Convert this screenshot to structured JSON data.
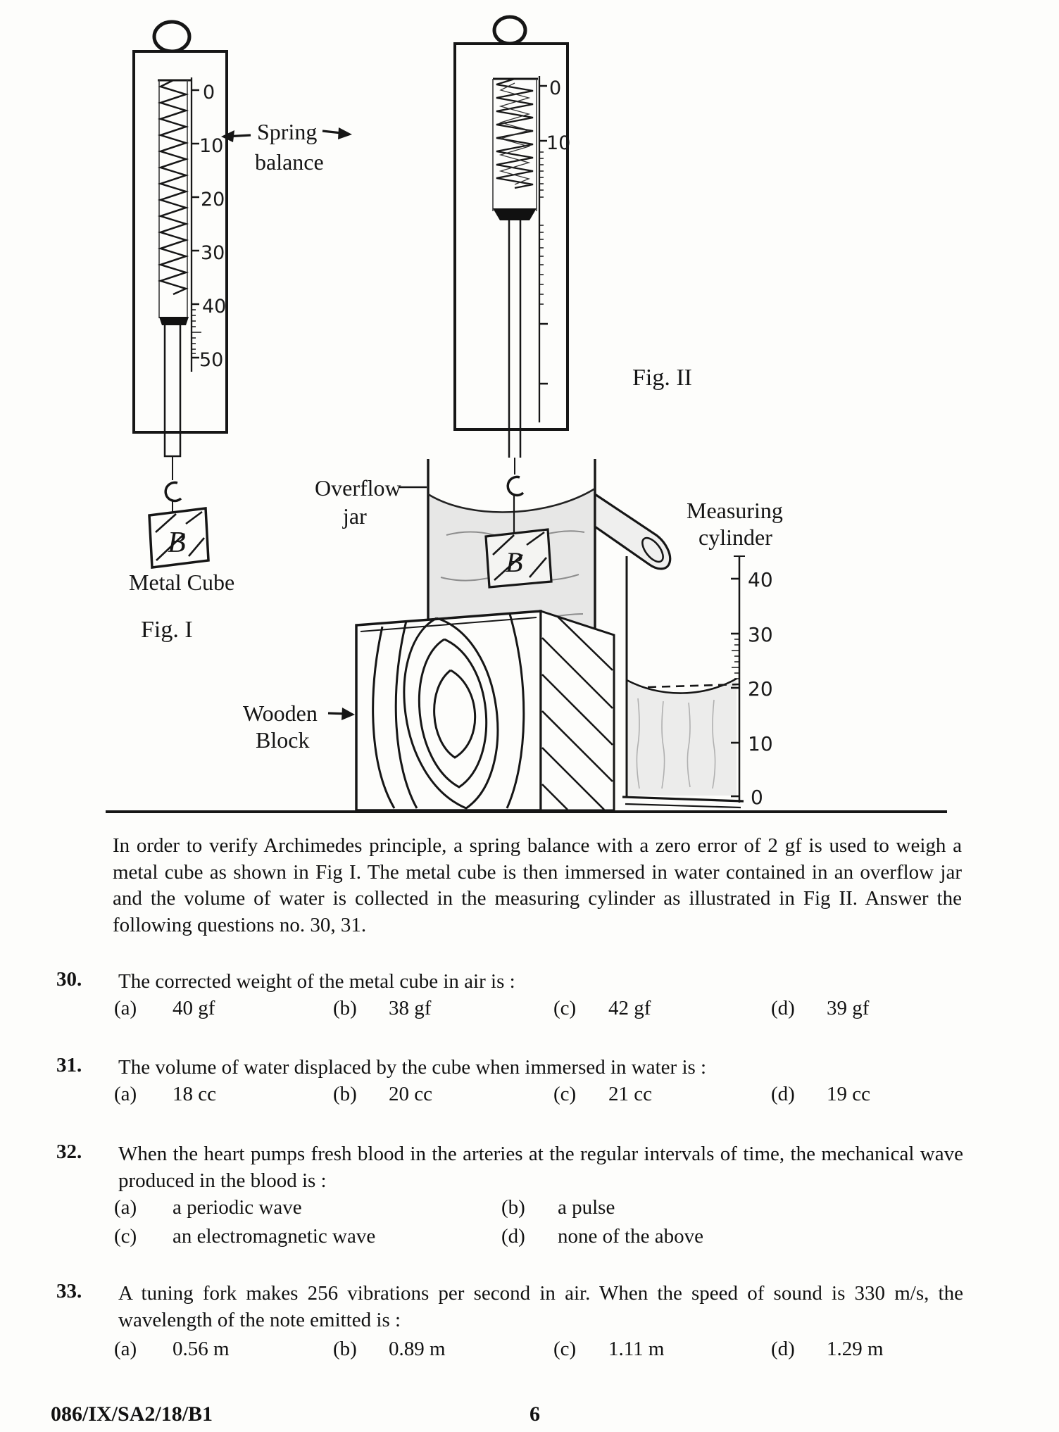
{
  "figure": {
    "spring_balance_label": {
      "line1": "Spring",
      "line2": "balance"
    },
    "fig1_caption": "Fig. I",
    "fig2_caption": "Fig. II",
    "metal_cube_label": "Metal Cube",
    "overflow_label": {
      "line1": "Overflow",
      "line2": "jar"
    },
    "measuring_label": {
      "line1": "Measuring",
      "line2": "cylinder"
    },
    "wooden_label": {
      "line1": "Wooden",
      "line2": "Block"
    },
    "cube_letter": "B",
    "balance1_scale": [
      "0",
      "10",
      "20",
      "30",
      "40",
      "50"
    ],
    "balance2_scale": [
      "0",
      "10"
    ],
    "cylinder_scale": [
      "40",
      "30",
      "20",
      "10",
      "0"
    ]
  },
  "intro_paragraph": "In order to verify Archimedes principle, a spring balance with a zero error of 2 gf is used to weigh a metal cube as shown in Fig I.  The metal cube is then immersed in water contained in an overflow jar and the volume of water is collected in the measuring cylinder as illustrated in Fig II.  Answer the following questions no. 30, 31.",
  "questions": [
    {
      "number": "30.",
      "text": "The corrected weight of the metal cube in air is :",
      "options": [
        {
          "label": "(a)",
          "value": "40 gf"
        },
        {
          "label": "(b)",
          "value": "38 gf"
        },
        {
          "label": "(c)",
          "value": "42 gf"
        },
        {
          "label": "(d)",
          "value": "39 gf"
        }
      ]
    },
    {
      "number": "31.",
      "text": "The volume of water displaced by the cube when immersed in water is :",
      "options": [
        {
          "label": "(a)",
          "value": "18 cc"
        },
        {
          "label": "(b)",
          "value": "20 cc"
        },
        {
          "label": "(c)",
          "value": "21 cc"
        },
        {
          "label": "(d)",
          "value": "19 cc"
        }
      ]
    },
    {
      "number": "32.",
      "text": "When the heart pumps fresh blood in the arteries at the regular intervals of time, the mechanical wave produced in the blood is :",
      "options": [
        {
          "label": "(a)",
          "value": "a periodic wave"
        },
        {
          "label": "(b)",
          "value": "a pulse"
        },
        {
          "label": "(c)",
          "value": "an electromagnetic wave"
        },
        {
          "label": "(d)",
          "value": "none of the above"
        }
      ]
    },
    {
      "number": "33.",
      "text": "A tuning fork makes 256 vibrations per second in air.  When the speed of sound is 330 m/s, the wavelength of the note emitted is :",
      "options": [
        {
          "label": "(a)",
          "value": "0.56 m"
        },
        {
          "label": "(b)",
          "value": "0.89 m"
        },
        {
          "label": "(c)",
          "value": "1.11 m"
        },
        {
          "label": "(d)",
          "value": "1.29 m"
        }
      ]
    }
  ],
  "footer": {
    "code": "086/IX/SA2/18/B1",
    "page_number": "6"
  }
}
